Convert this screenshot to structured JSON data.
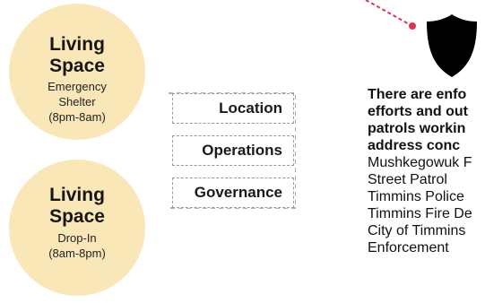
{
  "living_space_shelter": {
    "title_line1": "Living",
    "title_line2": "Space",
    "sub_line1": "Emergency",
    "sub_line2": "Shelter",
    "sub_line3": "(8pm-8am)"
  },
  "living_space_dropin": {
    "title_line1": "Living",
    "title_line2": "Space",
    "sub_line1": "Drop-In",
    "sub_line2": "(8am-8pm)"
  },
  "dimensions": {
    "location": "Location",
    "operations": "Operations",
    "governance": "Governance"
  },
  "enforcement": {
    "heading_lines": [
      "There are enfo",
      "efforts and out",
      "patrols workin",
      "address conc"
    ],
    "items": [
      "Mushkegowuk F",
      "Street Patrol",
      "Timmins Police",
      "Timmins Fire De",
      "City of Timmins",
      "Enforcement"
    ]
  },
  "colors": {
    "circle_fill": "#f9e7b8",
    "dash_border": "#9a9a9a",
    "accent_red": "#e0334f",
    "shield": "#000000"
  },
  "icons": {
    "shield": "shield-icon"
  }
}
